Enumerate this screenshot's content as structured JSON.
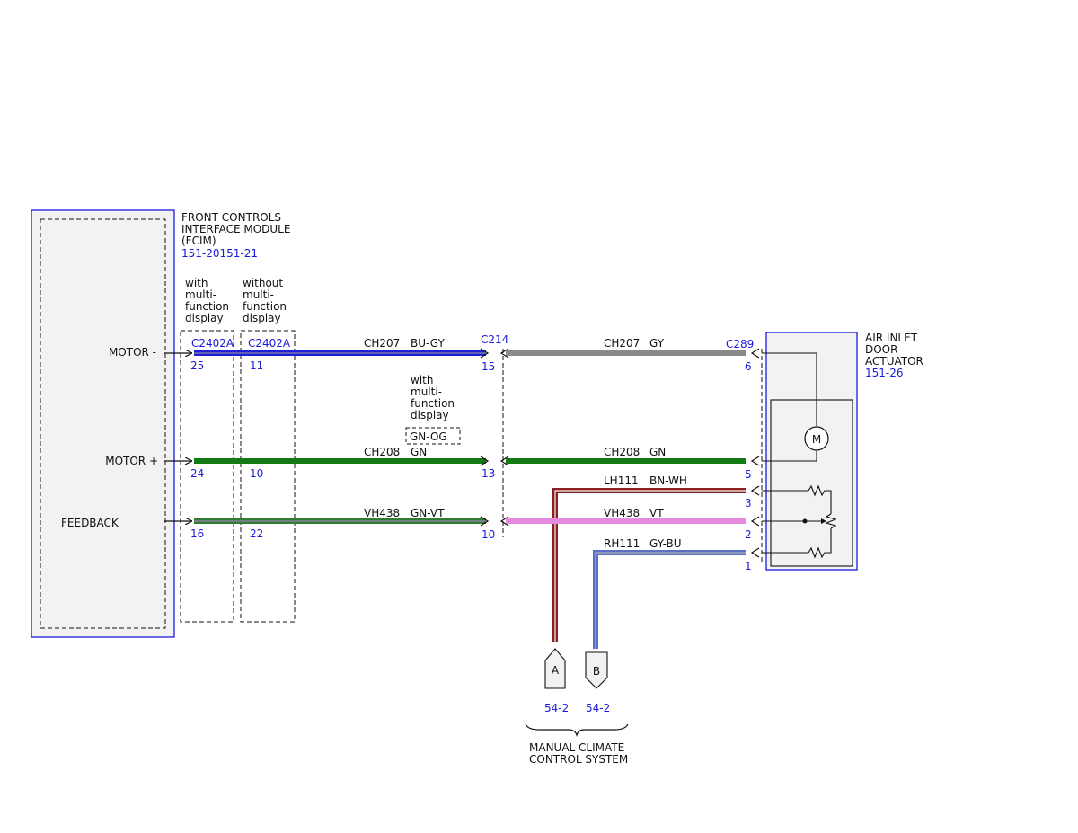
{
  "colors": {
    "ref_blue": "#1a1adc",
    "module_fill": "#f2f2f2",
    "wire_bu_gy": "#1f1fd6",
    "wire_gy": "#8a8a8a",
    "wire_gn": "#137a13",
    "wire_gn_vt": "#2e7d32",
    "wire_vt": "#e58ae0",
    "wire_bn_wh": "#8b2020",
    "wire_gy_bu": "#5a6fc8"
  },
  "fcim": {
    "title_lines": [
      "FRONT CONTROLS",
      "INTERFACE MODULE",
      "(FCIM)"
    ],
    "ref": "151-20151-21",
    "pins": {
      "motor_minus": "MOTOR -",
      "motor_plus": "MOTOR +",
      "feedback": "FEEDBACK"
    }
  },
  "variants": {
    "with_lines": [
      "with",
      "multi-",
      "function",
      "display"
    ],
    "without_lines": [
      "without",
      "multi-",
      "function",
      "display"
    ],
    "mid_with_lines": [
      "with",
      "multi-",
      "function",
      "display"
    ],
    "mid_box_label": "GN-OG"
  },
  "connectors": {
    "c2402a_with": {
      "id": "C2402A",
      "pins": [
        "25",
        "24",
        "16"
      ]
    },
    "c2402a_without": {
      "id": "C2402A",
      "pins": [
        "11",
        "10",
        "22"
      ]
    },
    "c214": {
      "id": "C214",
      "pins": [
        "15",
        "13",
        "10"
      ]
    },
    "c289": {
      "id": "C289",
      "pins": [
        "6",
        "5",
        "3",
        "2",
        "1"
      ]
    }
  },
  "wires": {
    "ch207_left": {
      "circuit": "CH207",
      "color": "BU-GY"
    },
    "ch207_right": {
      "circuit": "CH207",
      "color": "GY"
    },
    "ch208_left": {
      "circuit": "CH208",
      "color": "GN"
    },
    "ch208_right": {
      "circuit": "CH208",
      "color": "GN"
    },
    "lh111": {
      "circuit": "LH111",
      "color": "BN-WH"
    },
    "vh438_left": {
      "circuit": "VH438",
      "color": "GN-VT"
    },
    "vh438_right": {
      "circuit": "VH438",
      "color": "VT"
    },
    "rh111": {
      "circuit": "RH111",
      "color": "GY-BU"
    }
  },
  "actuator": {
    "title_lines": [
      "AIR INLET",
      "DOOR",
      "ACTUATOR"
    ],
    "ref": "151-26",
    "motor_symbol": "M"
  },
  "offpage": {
    "a": {
      "letter": "A",
      "ref": "54-2"
    },
    "b": {
      "letter": "B",
      "ref": "54-2"
    },
    "system_lines": [
      "MANUAL CLIMATE",
      "CONTROL SYSTEM"
    ]
  }
}
